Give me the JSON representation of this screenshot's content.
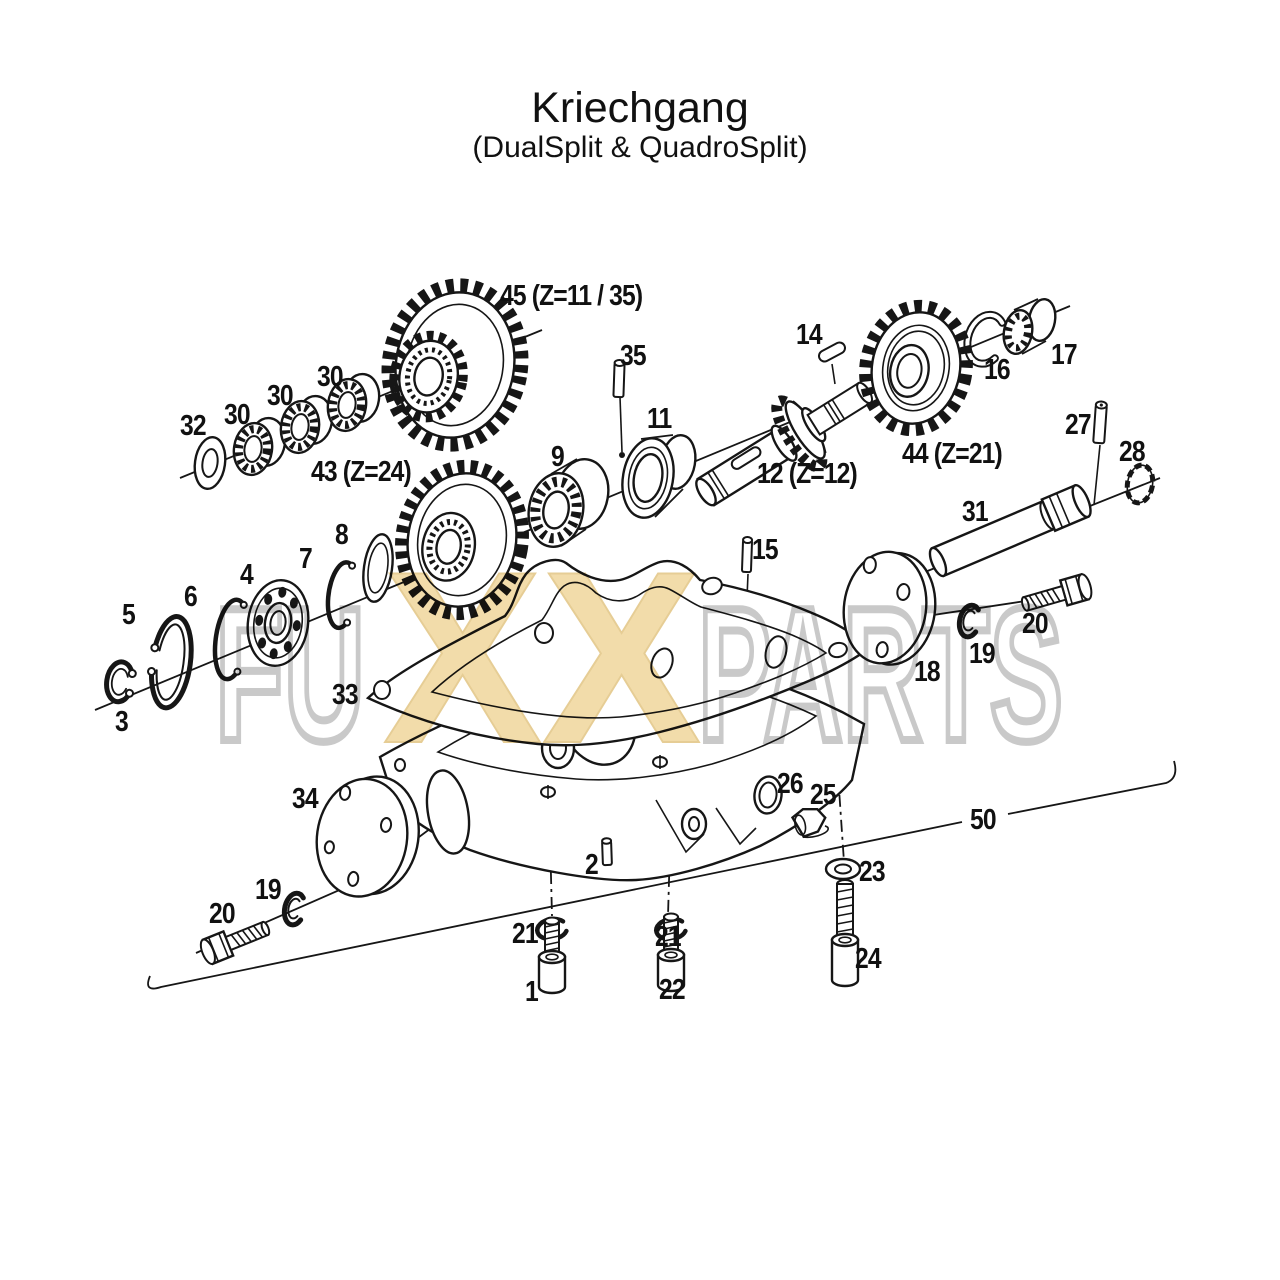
{
  "header": {
    "title": "Kriechgang",
    "subtitle": "(DualSplit & QuadroSplit)"
  },
  "watermark": {
    "part1": "FU",
    "part2": "XX",
    "part3": "PARTS",
    "accent_color": "#f2dcaa",
    "gray_color": "#c9c9c9"
  },
  "diagram": {
    "description": "Exploded parts diagram of a creeper gearbox",
    "line_color": "#161616",
    "labels": [
      {
        "id": "45",
        "t": "45 (Z=11 / 35)"
      },
      {
        "id": "35",
        "t": "35"
      },
      {
        "id": "30c",
        "t": "30"
      },
      {
        "id": "30b",
        "t": "30"
      },
      {
        "id": "30a",
        "t": "30"
      },
      {
        "id": "32",
        "t": "32"
      },
      {
        "id": "43",
        "t": "43 (Z=24)"
      },
      {
        "id": "9",
        "t": "9"
      },
      {
        "id": "11",
        "t": "11"
      },
      {
        "id": "14",
        "t": "14"
      },
      {
        "id": "16",
        "t": "16"
      },
      {
        "id": "17",
        "t": "17"
      },
      {
        "id": "12",
        "t": "12 (Z=12)"
      },
      {
        "id": "44",
        "t": "44 (Z=21)"
      },
      {
        "id": "27",
        "t": "27"
      },
      {
        "id": "28",
        "t": "28"
      },
      {
        "id": "31",
        "t": "31"
      },
      {
        "id": "15",
        "t": "15"
      },
      {
        "id": "8",
        "t": "8"
      },
      {
        "id": "7",
        "t": "7"
      },
      {
        "id": "4",
        "t": "4"
      },
      {
        "id": "6",
        "t": "6"
      },
      {
        "id": "5",
        "t": "5"
      },
      {
        "id": "3",
        "t": "3"
      },
      {
        "id": "33",
        "t": "33"
      },
      {
        "id": "18",
        "t": "18"
      },
      {
        "id": "19r",
        "t": "19"
      },
      {
        "id": "20r",
        "t": "20"
      },
      {
        "id": "34",
        "t": "34"
      },
      {
        "id": "26",
        "t": "26"
      },
      {
        "id": "25",
        "t": "25"
      },
      {
        "id": "50",
        "t": "50"
      },
      {
        "id": "2",
        "t": "2"
      },
      {
        "id": "23",
        "t": "23"
      },
      {
        "id": "19l",
        "t": "19"
      },
      {
        "id": "20l",
        "t": "20"
      },
      {
        "id": "21a",
        "t": "21"
      },
      {
        "id": "21b",
        "t": "21"
      },
      {
        "id": "24",
        "t": "24"
      },
      {
        "id": "1",
        "t": "1"
      },
      {
        "id": "22",
        "t": "22"
      }
    ]
  }
}
